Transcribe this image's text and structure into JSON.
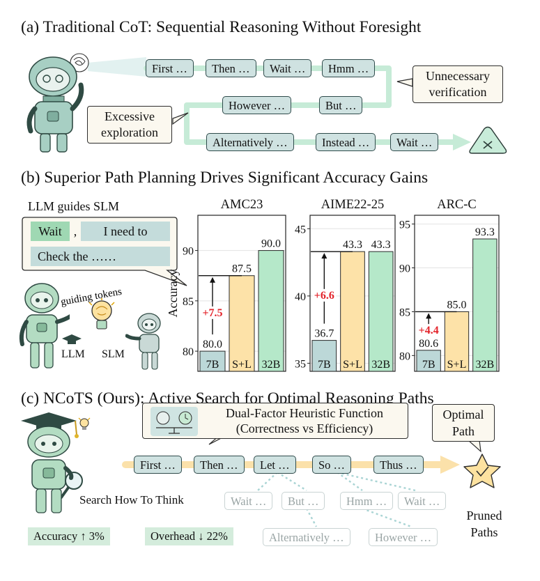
{
  "section_a": {
    "title": "(a) Traditional CoT: Sequential Reasoning Without Foresight",
    "tokens": [
      "First …",
      "Then …",
      "Wait …",
      "Hmm …",
      "However …",
      "But …",
      "Alternatively …",
      "Instead …",
      "Wait …"
    ],
    "callout_verification": "Unnecessary verification",
    "callout_exploration": "Excessive exploration",
    "end_icon": "x-mark-icon",
    "robot_icon": "confused-robot-icon"
  },
  "section_b": {
    "title": "(b) Superior Path Planning Drives Significant Accuracy Gains",
    "guide_label": "LLM guides SLM",
    "bubble_tokens": [
      "Wait",
      ",",
      "I need to",
      "Check the ……"
    ],
    "guiding_label": "guiding tokens",
    "llm_label": "LLM",
    "slm_label": "SLM",
    "y_label": "Accuracy",
    "colors": {
      "b7": "#bcd8d8",
      "sl": "#fde2a8",
      "b32": "#b5e8c9",
      "gain": "#e3242b"
    }
  },
  "chart_data": [
    {
      "type": "bar",
      "title": "AMC23",
      "categories": [
        "7B",
        "S+L",
        "32B"
      ],
      "values": [
        80.0,
        87.5,
        90.0
      ],
      "value_labels": [
        "80.0",
        "87.5",
        "90.0"
      ],
      "ylim": [
        78,
        93.5
      ],
      "yticks": [
        80,
        85,
        90
      ],
      "ylabel": "Accuracy",
      "gain": "+7.5",
      "grid": true
    },
    {
      "type": "bar",
      "title": "AIME22-25",
      "categories": [
        "7B",
        "S+L",
        "32B"
      ],
      "values": [
        36.7,
        43.3,
        43.3
      ],
      "value_labels": [
        "36.7",
        "43.3",
        "43.3"
      ],
      "ylim": [
        34.4,
        46.0
      ],
      "yticks": [
        35,
        40,
        45
      ],
      "gain": "+6.6",
      "grid": true
    },
    {
      "type": "bar",
      "title": "ARC-C",
      "categories": [
        "7B",
        "S+L",
        "32B"
      ],
      "values": [
        80.6,
        85.0,
        93.3
      ],
      "value_labels": [
        "80.6",
        "85.0",
        "93.3"
      ],
      "ylim": [
        78.2,
        96.0
      ],
      "yticks": [
        80,
        85,
        90,
        95
      ],
      "gain": "+4.4",
      "grid": true
    }
  ],
  "section_c": {
    "title": "(c) NCoTS (Ours): Active Search for Optimal Reasoning Paths",
    "heuristic_line1": "Dual-Factor Heuristic Function",
    "heuristic_line2": "(Correctness vs Efficiency)",
    "optimal_label": "Optimal Path",
    "path_tokens": [
      "First …",
      "Then …",
      "Let …",
      "So …",
      "Thus …"
    ],
    "search_label": "Search How To Think",
    "pruned_row1": [
      "Wait …",
      "But …",
      "Hmm …",
      "Wait …"
    ],
    "pruned_row2": [
      "Alternatively …",
      "However …"
    ],
    "pruned_label": "Pruned Paths",
    "accuracy_stat": "Accuracy ↑ 3%",
    "overhead_stat": "Overhead ↓ 22%",
    "end_icon": "star-check-icon",
    "robot_icon": "scholar-robot-icon"
  }
}
